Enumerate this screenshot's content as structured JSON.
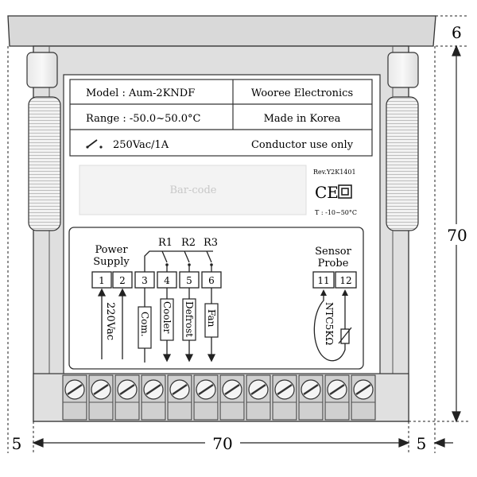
{
  "dimensions": {
    "top_margin": "6",
    "height": "70",
    "width": "70",
    "left_margin": "5",
    "right_margin": "5"
  },
  "label": {
    "model": "Model : Aum-2KNDF",
    "manufacturer": "Wooree Electronics",
    "range": "Range : -50.0~50.0°C",
    "origin": "Made in Korea",
    "relay_rating": "250Vac/1A",
    "conductor_note": "Conductor use only",
    "barcode": "Bar-code",
    "revision": "Rev.Y2K1401",
    "temperature_rating": "T : -10~50°C",
    "ce_mark": "CE"
  },
  "wiring": {
    "power_supply_title_1": "Power",
    "power_supply_title_2": "Supply",
    "sensor_title_1": "Sensor",
    "sensor_title_2": "Probe",
    "relays": [
      "R1",
      "R2",
      "R3"
    ],
    "terminals": [
      "1",
      "2",
      "3",
      "4",
      "5",
      "6",
      "11",
      "12"
    ],
    "power_voltage": "220Vac",
    "outputs": [
      "Com.",
      "Cooler",
      "Defrost",
      "Fan"
    ],
    "sensor_type": "NTC5KΩ"
  },
  "screw_count": 12
}
